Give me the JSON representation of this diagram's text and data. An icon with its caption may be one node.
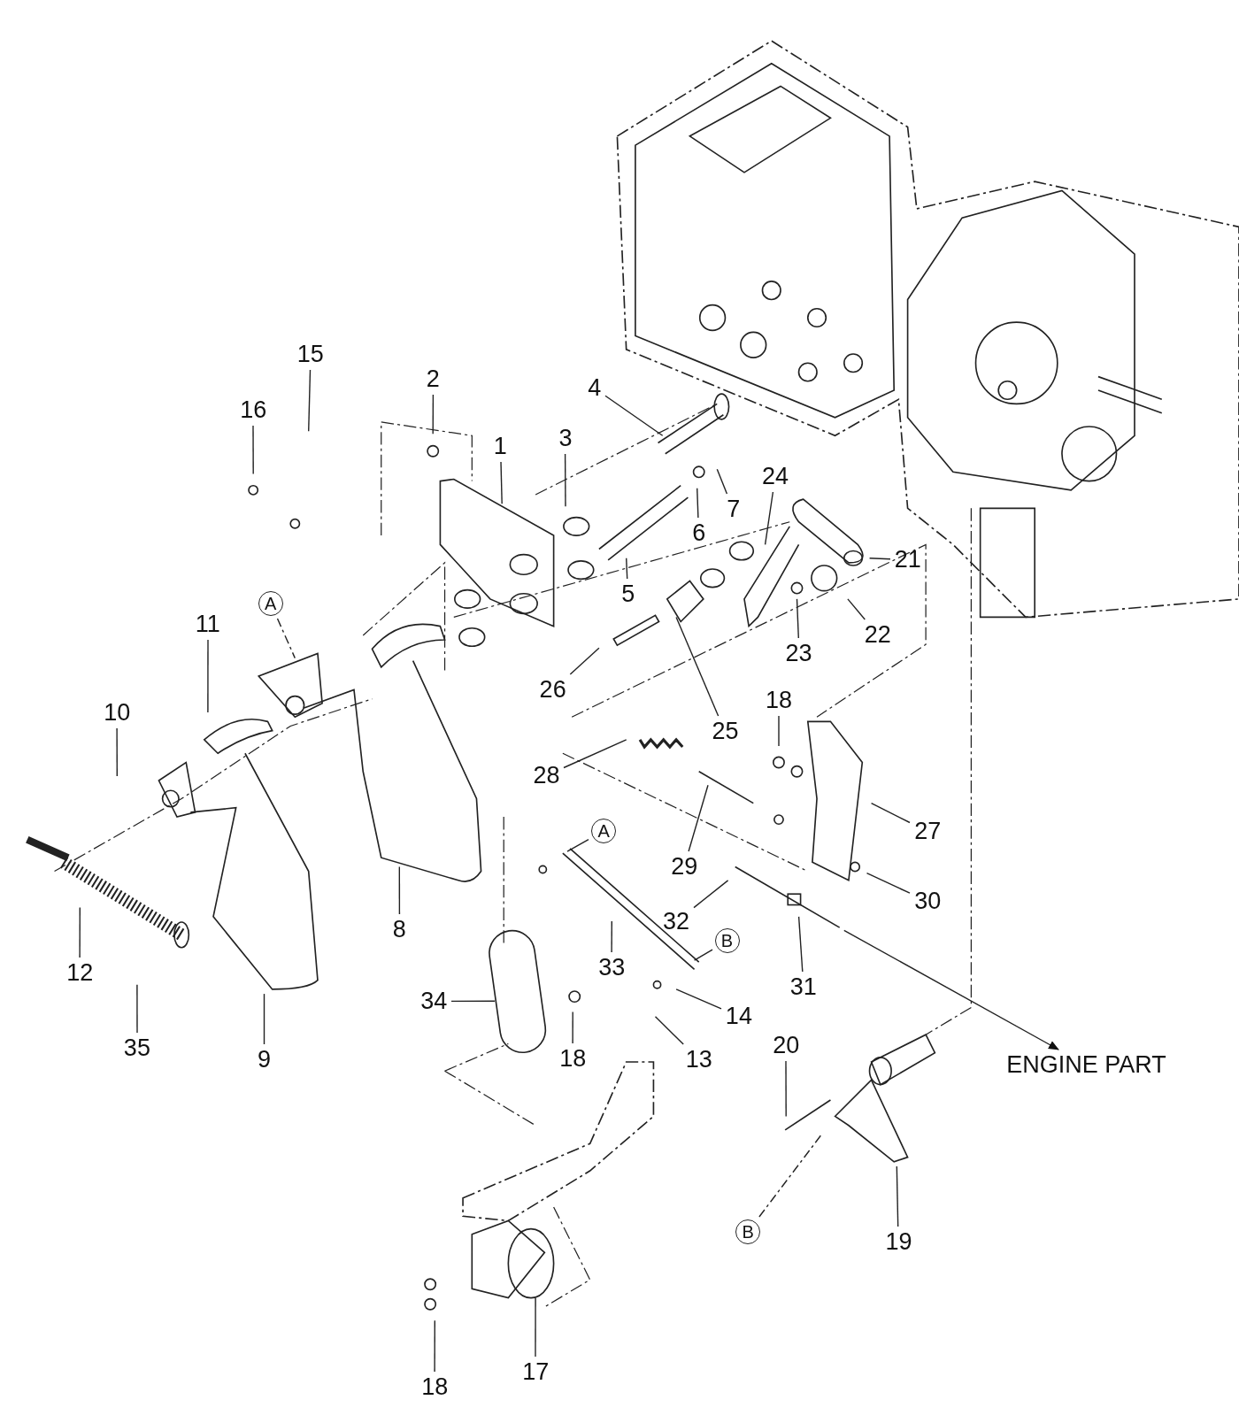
{
  "diagram": {
    "nodes": [
      {
        "text": [
          "15"
        ]
      },
      {
        "text": [
          "2"
        ]
      },
      {
        "text": [
          "4"
        ]
      },
      {
        "text": [
          "16"
        ]
      },
      {
        "text": [
          "1"
        ]
      },
      {
        "text": [
          "3"
        ]
      },
      {
        "text": [
          "24"
        ]
      },
      {
        "text": [
          "7"
        ]
      },
      {
        "text": [
          "6"
        ]
      },
      {
        "text": [
          "21"
        ]
      },
      {
        "text": [
          "5"
        ]
      },
      {
        "text": [
          "A"
        ]
      },
      {
        "text": [
          "11"
        ]
      },
      {
        "text": [
          "22"
        ]
      },
      {
        "text": [
          "23"
        ]
      },
      {
        "text": [
          "26"
        ]
      },
      {
        "text": [
          "18"
        ]
      },
      {
        "text": [
          "10"
        ]
      },
      {
        "text": [
          "25"
        ]
      },
      {
        "text": [
          "28"
        ]
      },
      {
        "text": [
          "27"
        ]
      },
      {
        "text": [
          "A"
        ]
      },
      {
        "text": [
          "29"
        ]
      },
      {
        "text": [
          "30"
        ]
      },
      {
        "text": [
          "32"
        ]
      },
      {
        "text": [
          "8"
        ]
      },
      {
        "text": [
          "B"
        ]
      },
      {
        "text": [
          "33"
        ]
      },
      {
        "text": [
          "12"
        ]
      },
      {
        "text": [
          "31"
        ]
      },
      {
        "text": [
          "34"
        ]
      },
      {
        "text": [
          "14"
        ]
      },
      {
        "text": [
          "20"
        ]
      },
      {
        "text": [
          "35"
        ]
      },
      {
        "text": [
          "9"
        ]
      },
      {
        "text": [
          "18"
        ]
      },
      {
        "text": [
          "13"
        ]
      },
      {
        "text": [
          "ENGINE PART"
        ]
      },
      {
        "text": [
          "B"
        ]
      },
      {
        "text": [
          "19"
        ]
      },
      {
        "text": [
          "17"
        ]
      },
      {
        "text": [
          "18"
        ]
      }
    ],
    "edges": [
      {
        "from": 0,
        "to": null,
        "arrow": "none"
      },
      {
        "from": 1,
        "to": null,
        "arrow": "none"
      },
      {
        "from": 2,
        "to": null,
        "arrow": "none"
      },
      {
        "from": 3,
        "to": null,
        "arrow": "none"
      },
      {
        "from": 4,
        "to": null,
        "arrow": "none"
      },
      {
        "from": 5,
        "to": null,
        "arrow": "none"
      },
      {
        "from": 6,
        "to": null,
        "arrow": "none"
      },
      {
        "from": 7,
        "to": null,
        "arrow": "none"
      },
      {
        "from": 8,
        "to": null,
        "arrow": "none"
      },
      {
        "from": 9,
        "to": null,
        "arrow": "none"
      },
      {
        "from": 10,
        "to": null,
        "arrow": "none"
      },
      {
        "from": 11,
        "to": null,
        "arrow": "none",
        "style": "dashed"
      },
      {
        "from": 12,
        "to": null,
        "arrow": "none"
      },
      {
        "from": 13,
        "to": null,
        "arrow": "none"
      },
      {
        "from": 14,
        "to": null,
        "arrow": "none"
      },
      {
        "from": 15,
        "to": null,
        "arrow": "none"
      },
      {
        "from": 16,
        "to": null,
        "arrow": "none"
      },
      {
        "from": 17,
        "to": null,
        "arrow": "none"
      },
      {
        "from": 18,
        "to": null,
        "arrow": "none"
      },
      {
        "from": 19,
        "to": null,
        "arrow": "none"
      },
      {
        "from": 20,
        "to": null,
        "arrow": "none"
      },
      {
        "from": 21,
        "to": null,
        "arrow": "none"
      },
      {
        "from": 22,
        "to": null,
        "arrow": "none"
      },
      {
        "from": 23,
        "to": null,
        "arrow": "none"
      },
      {
        "from": 24,
        "to": null,
        "arrow": "none"
      },
      {
        "from": 25,
        "to": null,
        "arrow": "none"
      },
      {
        "from": 26,
        "to": null,
        "arrow": "none"
      },
      {
        "from": 27,
        "to": null,
        "arrow": "none"
      },
      {
        "from": 28,
        "to": null,
        "arrow": "none"
      },
      {
        "from": 29,
        "to": null,
        "arrow": "none"
      },
      {
        "from": 30,
        "to": null,
        "arrow": "none"
      },
      {
        "from": 31,
        "to": null,
        "arrow": "none"
      },
      {
        "from": 32,
        "to": null,
        "arrow": "none"
      },
      {
        "from": 33,
        "to": null,
        "arrow": "none"
      },
      {
        "from": 34,
        "to": null,
        "arrow": "none"
      },
      {
        "from": 35,
        "to": null,
        "arrow": "none"
      },
      {
        "from": 36,
        "to": null,
        "arrow": "none"
      },
      {
        "from": null,
        "to": 37,
        "arrow": "to"
      },
      {
        "from": 38,
        "to": null,
        "arrow": "none",
        "style": "dashed"
      },
      {
        "from": 39,
        "to": null,
        "arrow": "none"
      },
      {
        "from": 40,
        "to": null,
        "arrow": "none"
      },
      {
        "from": 41,
        "to": null,
        "arrow": "none"
      }
    ]
  }
}
